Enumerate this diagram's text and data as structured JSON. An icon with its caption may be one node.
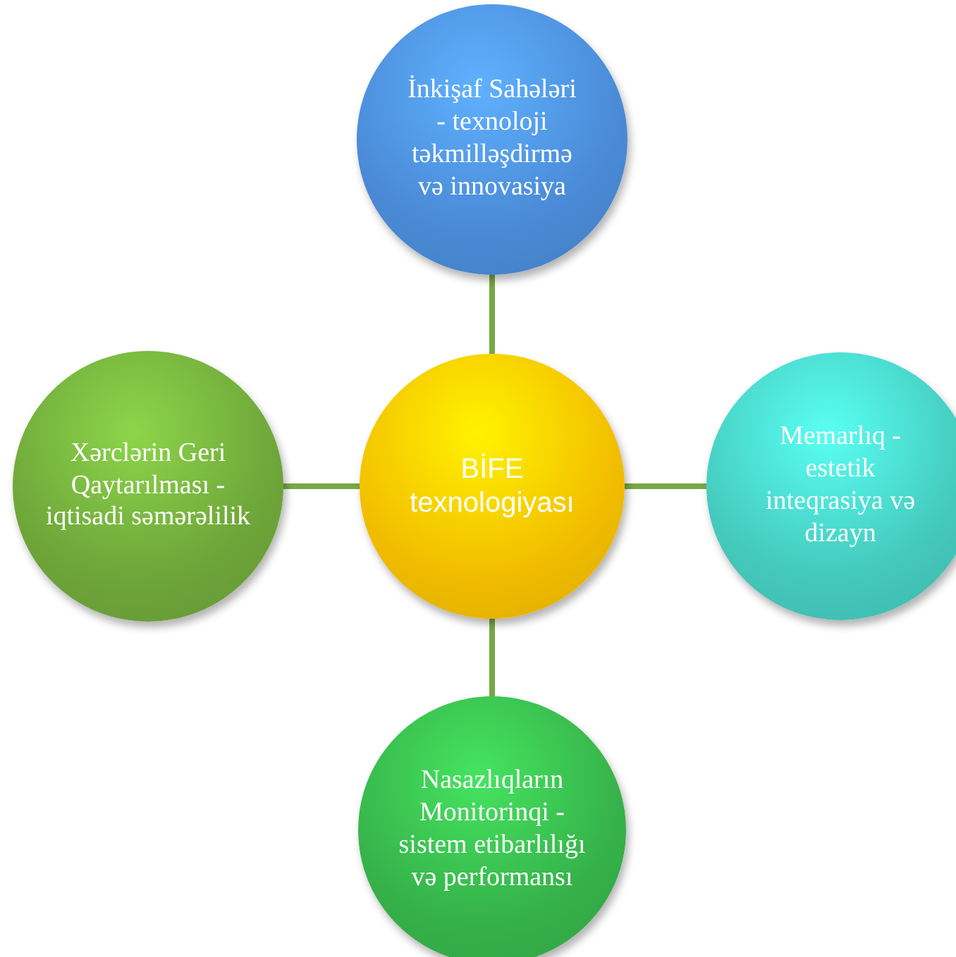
{
  "diagram": {
    "nodes": [
      {
        "text": [
          "İnkişaf Sahələri - texnoloji təkmilləşdirmə və innovasiya"
        ]
      },
      {
        "text": [
          "Xərclərin Geri Qaytarılması - iqtisadi səmərəlilik"
        ]
      },
      {
        "text": [
          "BİFE texnologiyası"
        ]
      },
      {
        "text": [
          "Memarlıq - estetik inteqrasiya və dizayn"
        ]
      },
      {
        "text": [
          "Nasazlıqların Monitorinqi - sistem etibarlılığı və performansı"
        ]
      }
    ],
    "edges": [
      {
        "from": 2,
        "to": 0,
        "arrow": "none"
      },
      {
        "from": 2,
        "to": 1,
        "arrow": "none"
      },
      {
        "from": 2,
        "to": 3,
        "arrow": "none"
      },
      {
        "from": 2,
        "to": 4,
        "arrow": "none"
      }
    ]
  }
}
